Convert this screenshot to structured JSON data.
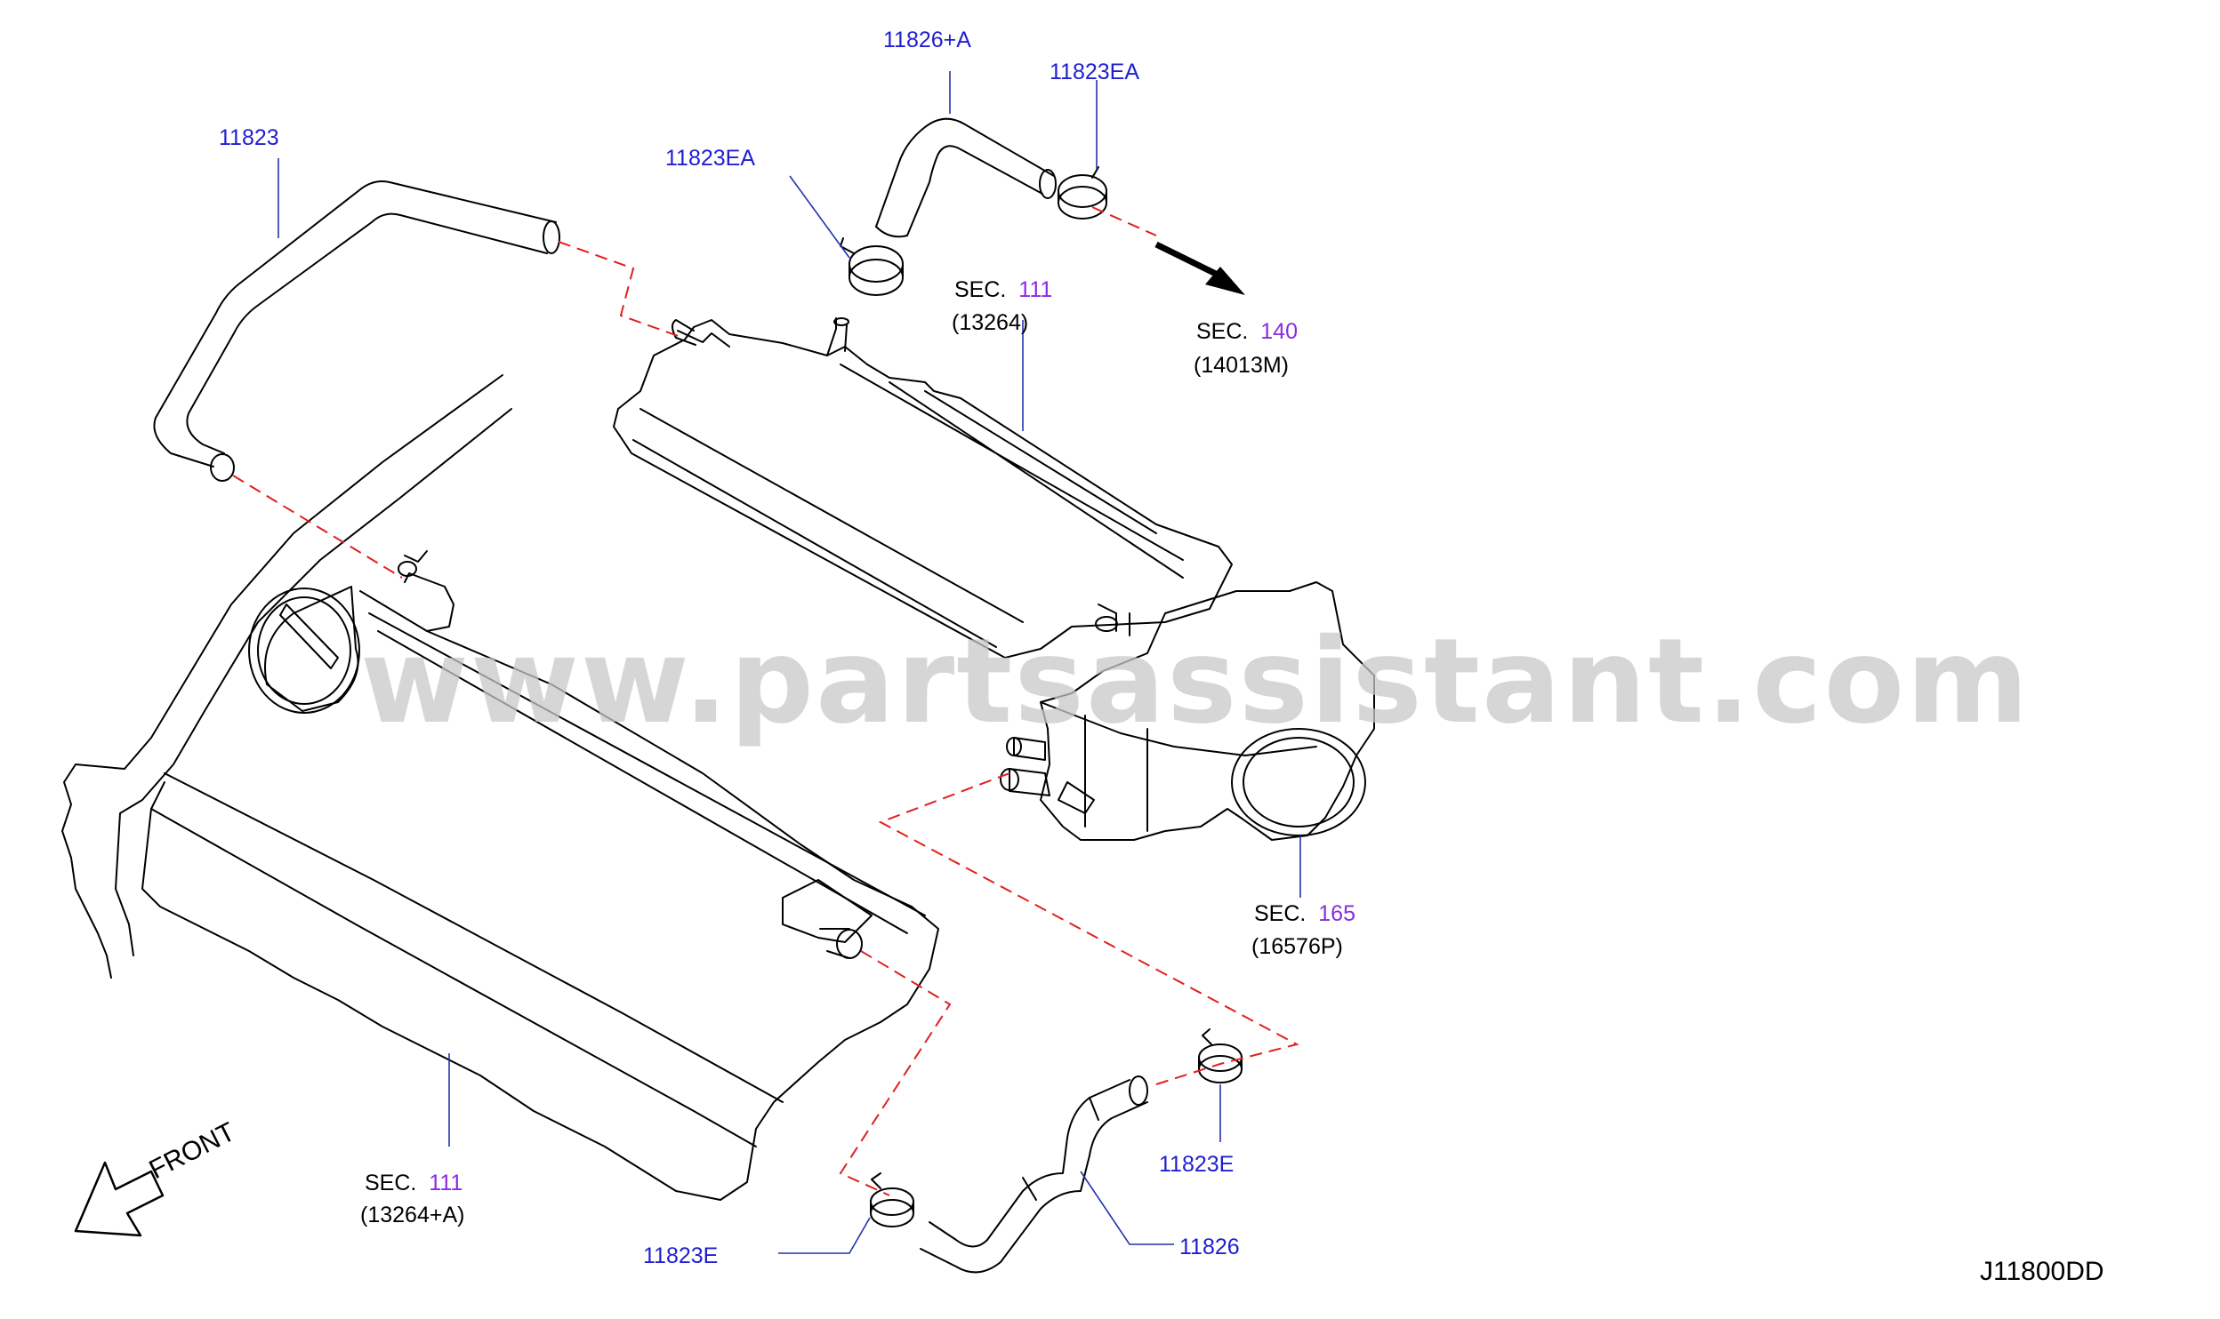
{
  "watermark": "www.partsassistant.com",
  "diagram_code": "J11800DD",
  "front_label": "FRONT",
  "parts": {
    "p11823": "11823",
    "p11826a": "11826+A",
    "p11823ea_left": "11823EA",
    "p11823ea_right": "11823EA",
    "p11823e_right": "11823E",
    "p11823e_bottom": "11823E",
    "p11826": "11826"
  },
  "sections": {
    "s111_top": {
      "prefix": "SEC.",
      "num": "111",
      "ref": "(13264)"
    },
    "s140": {
      "prefix": "SEC.",
      "num": "140",
      "ref": "(14013M)"
    },
    "s165": {
      "prefix": "SEC.",
      "num": "165",
      "ref": "(16576P)"
    },
    "s111_bottom": {
      "prefix": "SEC.",
      "num": "111",
      "ref": "(13264+A)"
    }
  },
  "colors": {
    "part_label": "#1f1fd0",
    "section_number": "#8a2be2",
    "dashed_line": "#e02020",
    "drawing": "#000000"
  }
}
